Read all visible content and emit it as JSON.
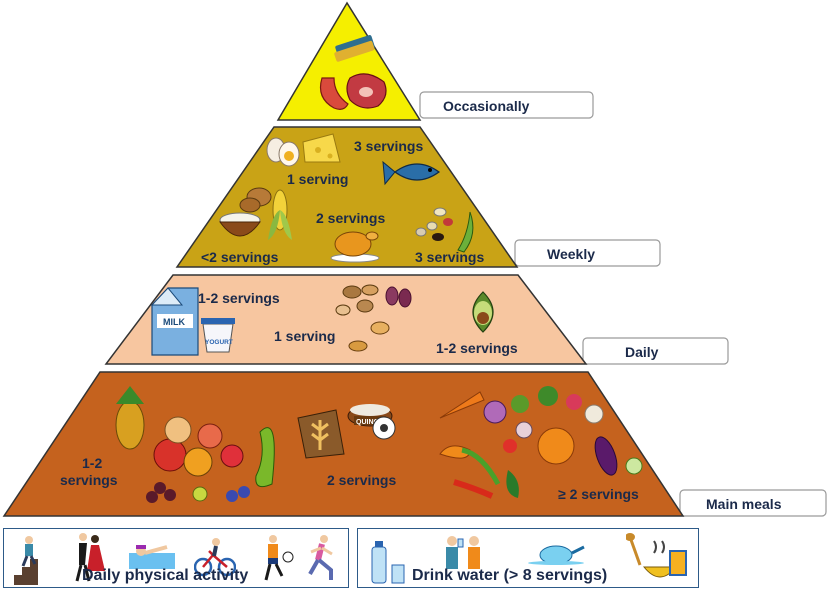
{
  "tiers": {
    "occasionally": {
      "label": "Occasionally",
      "color": "#f5ef00"
    },
    "weekly": {
      "label": "Weekly",
      "color": "#c9a316",
      "servings": [
        "3 servings",
        "1 serving",
        "2 servings",
        "<2 servings",
        "3 servings"
      ]
    },
    "daily": {
      "label": "Daily",
      "color": "#f7c6a0",
      "servings": [
        "1-2 servings",
        "1 serving",
        "1-2 servings"
      ]
    },
    "main_meals": {
      "label": "Main meals",
      "color": "#c5621e",
      "servings": [
        "1-2",
        "servings",
        "2 servings",
        "≥ 2 servings"
      ]
    }
  },
  "food_text": {
    "milk": "MILK",
    "yogurt": "YOGURT",
    "quinoa": "QUINOA"
  },
  "bottom": {
    "activity": {
      "title": "Daily physical activity"
    },
    "water": {
      "title": "Drink water (> 8 servings)"
    }
  }
}
